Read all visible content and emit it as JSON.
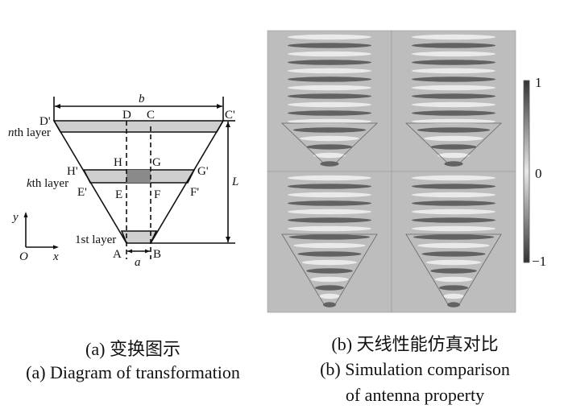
{
  "diagram": {
    "labels": {
      "b": "b",
      "a": "a",
      "L": "L",
      "D": "D",
      "C": "C",
      "D_prime": "D'",
      "C_prime": "C'",
      "H": "H",
      "G": "G",
      "H_prime": "H'",
      "G_prime": "G'",
      "E": "E",
      "F": "F",
      "E_prime": "E'",
      "F_prime": "F'",
      "A": "A",
      "B": "B",
      "O": "O",
      "x": "x",
      "y": "y"
    },
    "layers": {
      "nth_n": "n",
      "nth_rest": "th layer",
      "kth_k": "k",
      "kth_rest": "th layer",
      "first": "1st layer"
    }
  },
  "colorbar": {
    "max": "1",
    "mid": "0",
    "min": "−1"
  },
  "captions": {
    "a_cn": "(a) 变换图示",
    "a_en": "(a) Diagram of transformation",
    "b_cn": "(b) 天线性能仿真对比",
    "b_en_1": "(b) Simulation comparison",
    "b_en_2": "of antenna property"
  }
}
